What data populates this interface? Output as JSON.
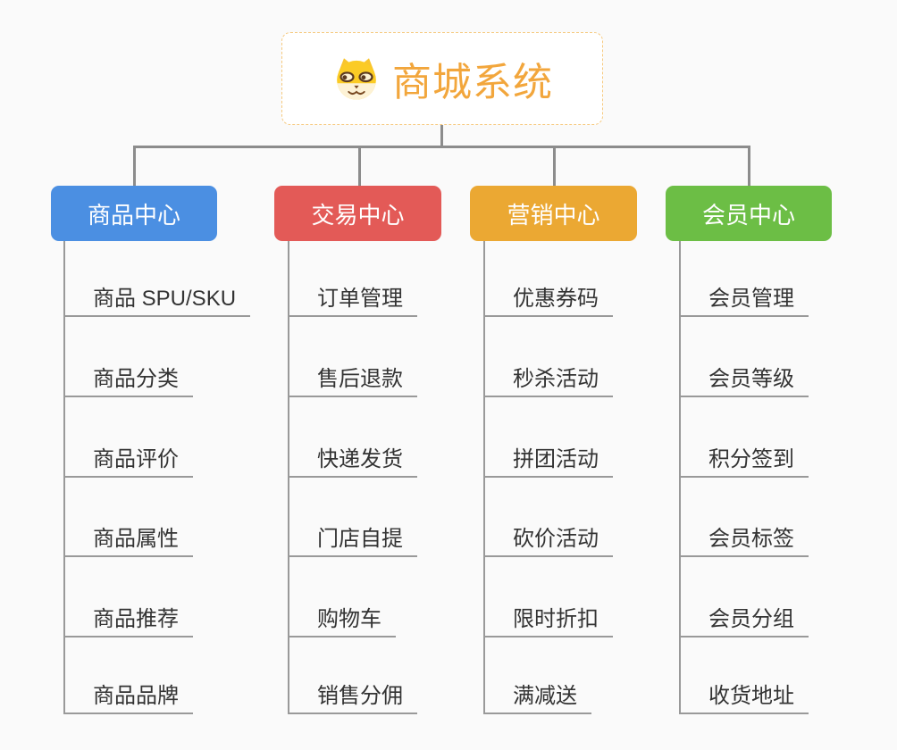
{
  "canvas": {
    "background": "#fafafa"
  },
  "root": {
    "title": "商城系统",
    "icon": "shiba-dog-icon",
    "text_color": "#f2a63c",
    "border_color": "#f6c97e",
    "background": "#ffffff"
  },
  "connectors": {
    "tree_line_color": "#8c8c8c",
    "underline_color": "#999999"
  },
  "leaf_text_color": "#333333",
  "branches": [
    {
      "label": "商品中心",
      "color": "#4b8fe2",
      "items": [
        "商品 SPU/SKU",
        "商品分类",
        "商品评价",
        "商品属性",
        "商品推荐",
        "商品品牌"
      ]
    },
    {
      "label": "交易中心",
      "color": "#e35a57",
      "items": [
        "订单管理",
        "售后退款",
        "快递发货",
        "门店自提",
        "购物车",
        "销售分佣"
      ]
    },
    {
      "label": "营销中心",
      "color": "#eba833",
      "items": [
        "优惠券码",
        "秒杀活动",
        "拼团活动",
        "砍价活动",
        "限时折扣",
        "满减送"
      ]
    },
    {
      "label": "会员中心",
      "color": "#6cbe45",
      "items": [
        "会员管理",
        "会员等级",
        "积分签到",
        "会员标签",
        "会员分组",
        "收货地址"
      ]
    }
  ]
}
